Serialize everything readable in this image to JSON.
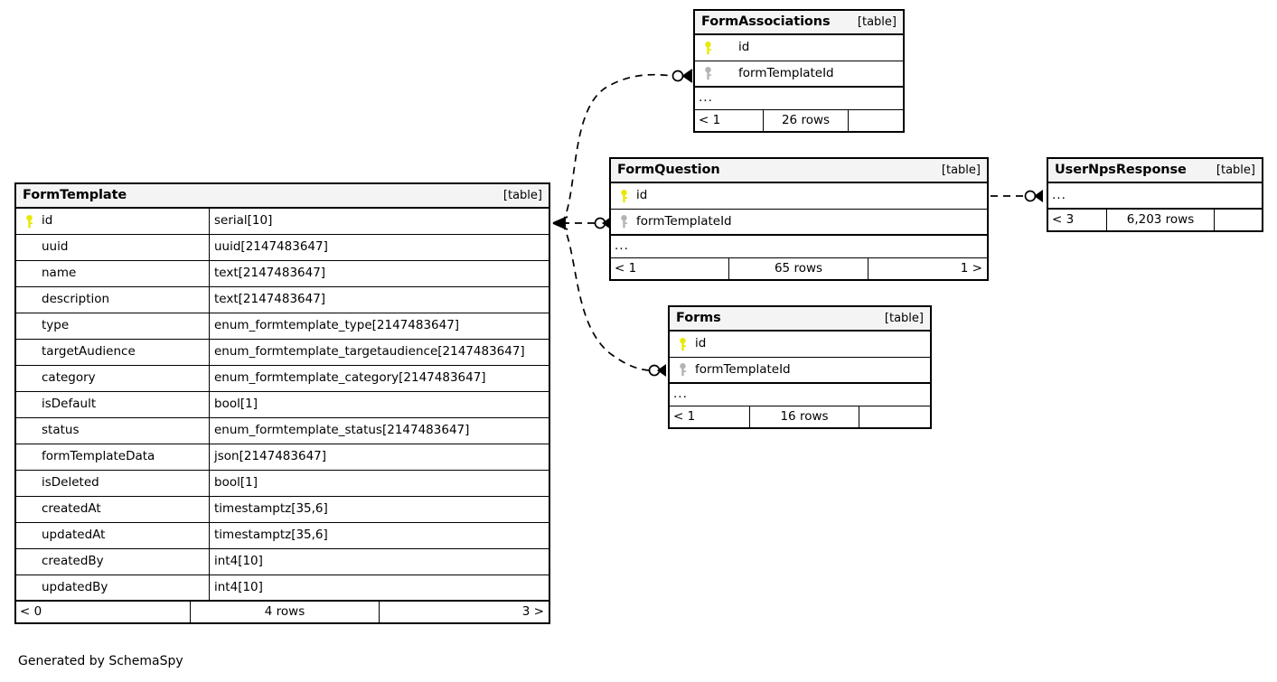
{
  "diagram": {
    "kind": "entity-relationship-diagram",
    "generator_caption": "Generated by SchemaSpy",
    "table_tag": "[table]",
    "ellipsis": "...",
    "colors": {
      "primary_key_icon": "#e8e800",
      "foreign_key_icon": "#b3b3b3",
      "table_border": "#000000",
      "header_background": "#f4f4f4",
      "background": "#ffffff",
      "edge": "#000000"
    }
  },
  "tables": {
    "form_template": {
      "name": "FormTemplate",
      "tag": "[table]",
      "columns": [
        {
          "key": "primary",
          "name": "id",
          "type": "serial[10]"
        },
        {
          "key": "none",
          "name": "uuid",
          "type": "uuid[2147483647]"
        },
        {
          "key": "none",
          "name": "name",
          "type": "text[2147483647]"
        },
        {
          "key": "none",
          "name": "description",
          "type": "text[2147483647]"
        },
        {
          "key": "none",
          "name": "type",
          "type": "enum_formtemplate_type[2147483647]"
        },
        {
          "key": "none",
          "name": "targetAudience",
          "type": "enum_formtemplate_targetaudience[2147483647]"
        },
        {
          "key": "none",
          "name": "category",
          "type": "enum_formtemplate_category[2147483647]"
        },
        {
          "key": "none",
          "name": "isDefault",
          "type": "bool[1]"
        },
        {
          "key": "none",
          "name": "status",
          "type": "enum_formtemplate_status[2147483647]"
        },
        {
          "key": "none",
          "name": "formTemplateData",
          "type": "json[2147483647]"
        },
        {
          "key": "none",
          "name": "isDeleted",
          "type": "bool[1]"
        },
        {
          "key": "none",
          "name": "createdAt",
          "type": "timestamptz[35,6]"
        },
        {
          "key": "none",
          "name": "updatedAt",
          "type": "timestamptz[35,6]"
        },
        {
          "key": "none",
          "name": "createdBy",
          "type": "int4[10]"
        },
        {
          "key": "none",
          "name": "updatedBy",
          "type": "int4[10]"
        }
      ],
      "has_ellipsis_row": false,
      "footer": {
        "left": "< 0",
        "center": "4 rows",
        "right": "3 >"
      }
    },
    "form_associations": {
      "name": "FormAssociations",
      "tag": "[table]",
      "columns": [
        {
          "key": "primary",
          "name": "id",
          "type": ""
        },
        {
          "key": "foreign",
          "name": "formTemplateId",
          "type": ""
        }
      ],
      "has_ellipsis_row": true,
      "footer": {
        "left": "< 1",
        "center": "26 rows",
        "right": ""
      }
    },
    "form_question": {
      "name": "FormQuestion",
      "tag": "[table]",
      "columns": [
        {
          "key": "primary",
          "name": "id",
          "type": ""
        },
        {
          "key": "foreign",
          "name": "formTemplateId",
          "type": ""
        }
      ],
      "has_ellipsis_row": true,
      "footer": {
        "left": "< 1",
        "center": "65 rows",
        "right": "1 >"
      }
    },
    "user_nps_response": {
      "name": "UserNpsResponse",
      "tag": "[table]",
      "columns": [],
      "has_ellipsis_row": true,
      "footer": {
        "left": "< 3",
        "center": "6,203 rows",
        "right": ""
      }
    },
    "forms": {
      "name": "Forms",
      "tag": "[table]",
      "columns": [
        {
          "key": "primary",
          "name": "id",
          "type": ""
        },
        {
          "key": "foreign",
          "name": "formTemplateId",
          "type": ""
        }
      ],
      "has_ellipsis_row": true,
      "footer": {
        "left": "< 1",
        "center": "16 rows",
        "right": ""
      }
    }
  },
  "relationships": [
    {
      "from": "FormTemplate",
      "from_column": "id",
      "to": "FormAssociations",
      "to_column": "formTemplateId",
      "style": "dashed",
      "cardinality": "one-to-many"
    },
    {
      "from": "FormTemplate",
      "from_column": "id",
      "to": "FormQuestion",
      "to_column": "formTemplateId",
      "style": "dashed",
      "cardinality": "one-to-many"
    },
    {
      "from": "FormTemplate",
      "from_column": "id",
      "to": "Forms",
      "to_column": "formTemplateId",
      "style": "dashed",
      "cardinality": "one-to-many"
    },
    {
      "from": "FormQuestion",
      "from_column": "id",
      "to": "UserNpsResponse",
      "to_column": "",
      "style": "dashed",
      "cardinality": "one-to-many"
    }
  ]
}
